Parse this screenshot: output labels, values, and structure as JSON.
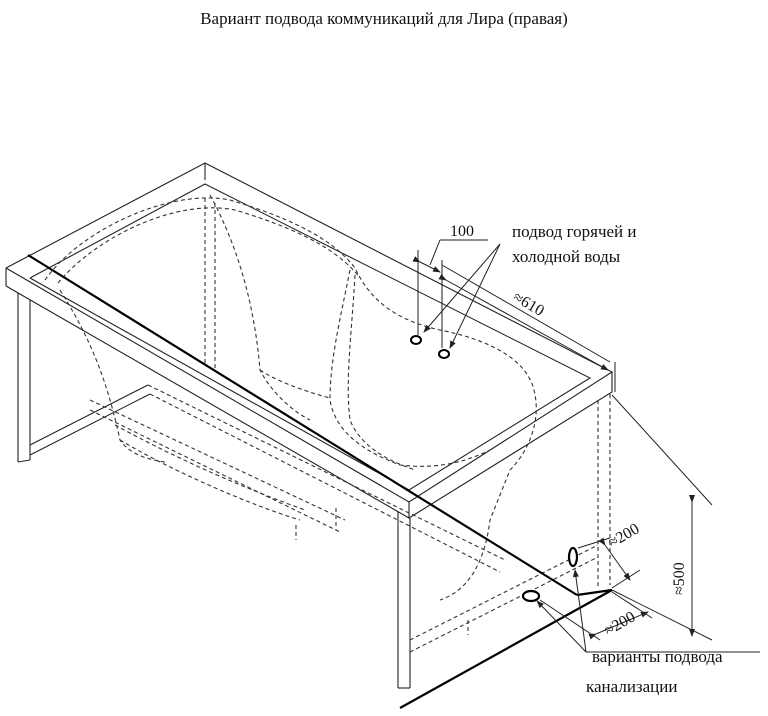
{
  "title": "Вариант подвода коммуникаций для Лира (правая)",
  "labels": {
    "hot_cold_line1": "подвод горячей и",
    "hot_cold_line2": "холодной воды",
    "drain_line1": "варианты подвода",
    "drain_line2": "канализации"
  },
  "dimensions": {
    "pipe_spacing": "100",
    "water_offset": "≈610",
    "drain_height": "≈500",
    "drain_offset_side": "≈200",
    "drain_offset_front": "≈200"
  },
  "colors": {
    "line": "#222222",
    "background": "#ffffff"
  }
}
